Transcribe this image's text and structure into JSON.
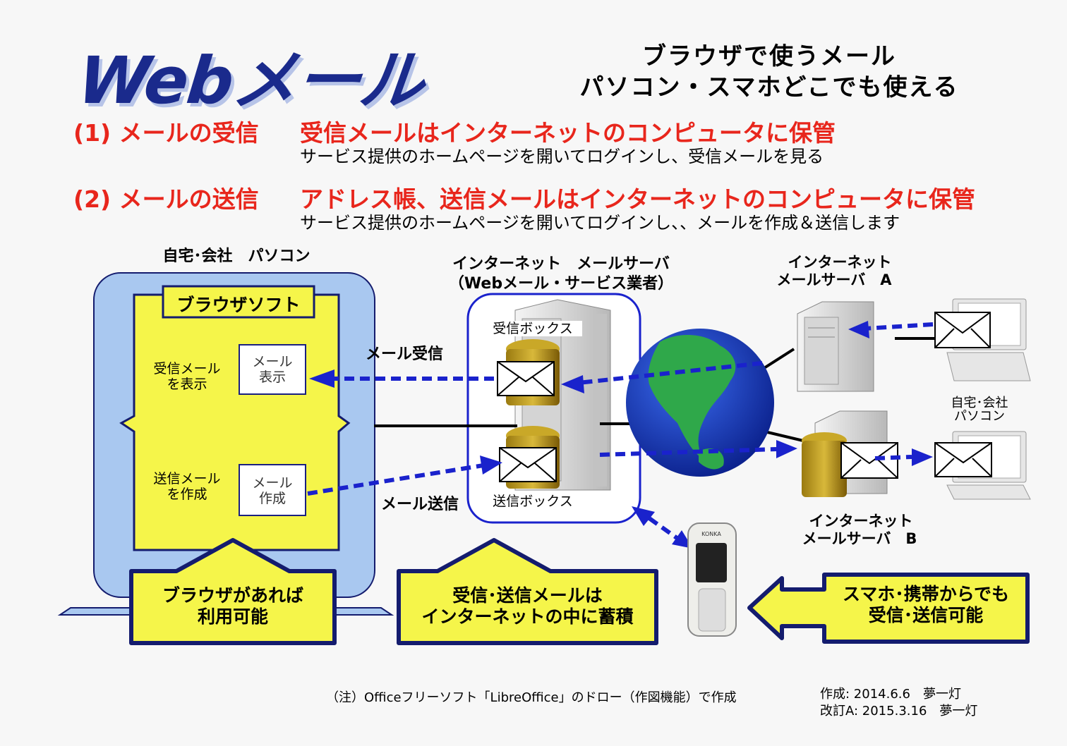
{
  "title": {
    "main": "Webメール"
  },
  "subtitle": {
    "line1": "ブラウザで使うメール",
    "line2": "パソコン・スマホどこでも使える"
  },
  "items": [
    {
      "num": "(1) メールの受信",
      "headline": "受信メールはインターネットのコンピュータに保管",
      "detail": "サービス提供のホームページを開いてログインし、受信メールを見る"
    },
    {
      "num": "(2) メールの送信",
      "headline": "アドレス帳、送信メールはインターネットのコンピュータに保管",
      "detail": "サービス提供のホームページを開いてログインし、、メールを作成＆送信します"
    }
  ],
  "pc": {
    "title": "自宅･会社　パソコン",
    "browser": "ブラウザソフト",
    "receive_label": "受信メール\nを表示",
    "send_label": "送信メール\nを作成",
    "view_box": "メール\n表示",
    "compose_box": "メール\n作成",
    "callout": "ブラウザがあれば\n利用可能"
  },
  "server": {
    "title_line1": "インターネット　メールサーバ",
    "title_line2": "（Webメール・サービス業者）",
    "inbox": "受信ボックス",
    "outbox": "送信ボックス",
    "callout": "受信･送信メールは\nインターネットの中に蓄積"
  },
  "flows": {
    "receive": "メール受信",
    "send": "メール送信"
  },
  "server_a": {
    "line1": "インターネット",
    "line2": "メールサーバ　A"
  },
  "server_b": {
    "line1": "インターネット",
    "line2": "メールサーバ　B"
  },
  "home_pc": {
    "label": "自宅･会社\nパソコン"
  },
  "mobile": {
    "callout": "スマホ･携帯からでも\n受信･送信可能",
    "brand": "KONKA"
  },
  "footer": {
    "note": "（注）Officeフリーソフト「LibreOffice」のドロー（作図機能）で作成",
    "created": "作成: 2014.6.6　夢一灯",
    "revised": "改訂A: 2015.3.16　夢一灯"
  },
  "colors": {
    "title": "#1a2a8c",
    "accent_red": "#e8261c",
    "arrow_blue": "#1a22cc",
    "yellow": "#f5f54a",
    "pc_blue": "#a9c8f0",
    "navy": "#141c6e"
  }
}
